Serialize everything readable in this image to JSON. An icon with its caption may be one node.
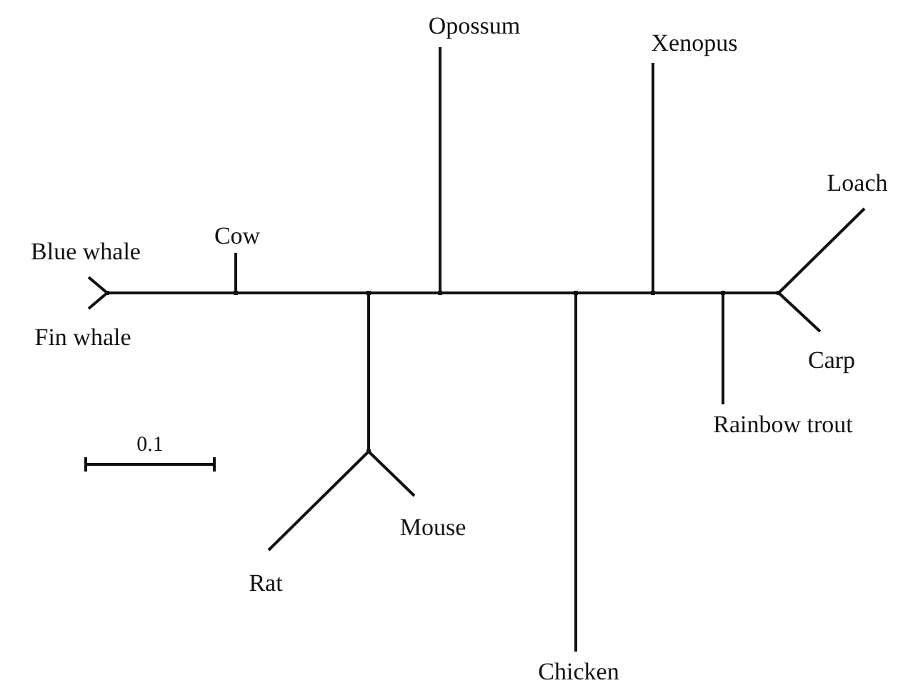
{
  "diagram": {
    "nodes": [
      {
        "text": [
          "Opossum"
        ]
      },
      {
        "text": [
          "Xenopus"
        ]
      },
      {
        "text": [
          "Loach"
        ]
      },
      {
        "text": [
          "Cow"
        ]
      },
      {
        "text": [
          "Blue whale"
        ]
      },
      {
        "text": [
          "Fin whale"
        ]
      },
      {
        "text": [
          "Carp"
        ]
      },
      {
        "text": [
          "Rainbow trout"
        ]
      },
      {
        "text": [
          "Mouse"
        ]
      },
      {
        "text": [
          "Rat"
        ]
      },
      {
        "text": [
          "Chicken"
        ]
      },
      {
        "text": [],
        "shape": "point"
      },
      {
        "text": [],
        "shape": "point"
      },
      {
        "text": [],
        "shape": "point"
      },
      {
        "text": [],
        "shape": "point"
      },
      {
        "text": [],
        "shape": "point"
      },
      {
        "text": [],
        "shape": "point"
      },
      {
        "text": [],
        "shape": "point"
      },
      {
        "text": [],
        "shape": "point"
      },
      {
        "text": [],
        "shape": "point"
      }
    ],
    "edges": [
      {
        "from": 4,
        "to": 11,
        "arrow": "none"
      },
      {
        "from": 5,
        "to": 11,
        "arrow": "none"
      },
      {
        "from": 11,
        "to": 12,
        "arrow": "none"
      },
      {
        "from": 3,
        "to": 12,
        "arrow": "none"
      },
      {
        "from": 12,
        "to": 13,
        "arrow": "none"
      },
      {
        "from": 13,
        "to": 19,
        "arrow": "none"
      },
      {
        "from": 19,
        "to": 9,
        "arrow": "none"
      },
      {
        "from": 19,
        "to": 8,
        "arrow": "none"
      },
      {
        "from": 13,
        "to": 14,
        "arrow": "none"
      },
      {
        "from": 0,
        "to": 14,
        "arrow": "none"
      },
      {
        "from": 14,
        "to": 15,
        "arrow": "none"
      },
      {
        "from": 15,
        "to": 10,
        "arrow": "none"
      },
      {
        "from": 15,
        "to": 16,
        "arrow": "none"
      },
      {
        "from": 1,
        "to": 16,
        "arrow": "none"
      },
      {
        "from": 16,
        "to": 17,
        "arrow": "none"
      },
      {
        "from": 17,
        "to": 7,
        "arrow": "none"
      },
      {
        "from": 17,
        "to": 18,
        "arrow": "none"
      },
      {
        "from": 18,
        "to": 2,
        "arrow": "none"
      },
      {
        "from": 18,
        "to": 6,
        "arrow": "none"
      }
    ],
    "labels": [
      "0.1"
    ]
  }
}
